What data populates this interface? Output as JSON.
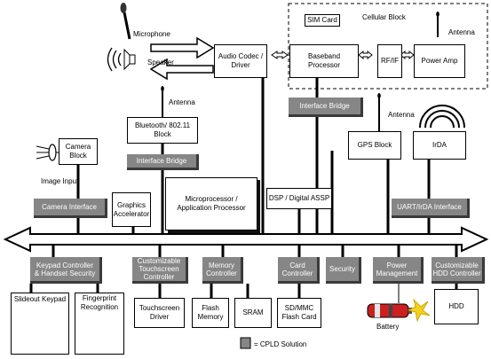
{
  "title": "",
  "labels": {
    "microphone": "Microphone",
    "speaker": "Speaker",
    "antenna_cellular": "Antenna",
    "antenna_bluetooth": "Antenna",
    "antenna_gps": "Antenna",
    "image_input": "Image Input",
    "battery": "Battery",
    "cellular_block": "Cellular Block"
  },
  "blocks": {
    "audio_codec": "Audio Codec /\nDriver",
    "sim_card": "SIM Card",
    "baseband": "Baseband\nProcessor",
    "rf_if": "RF/IF",
    "power_amp": "Power Amp",
    "bluetooth": "Bluetooth/ 802.11\nBlock",
    "camera_block": "Camera\nBlock",
    "graphics": "Graphics\nAccelerator",
    "microprocessor": "Microprocessor /\nApplication Processor",
    "dsp": "DSP / Digital ASSP",
    "gps": "GPS Block",
    "irda": "IrDA",
    "slideout_keypad": "Slideout Keypad",
    "fingerprint": "Fingerprint\nRecognition",
    "touchscreen_driver": "Touchscreen\nDriver",
    "flash_memory": "Flash\nMemory",
    "sram": "SRAM",
    "sdmmc": "SD/MMC\nFlash Card",
    "hdd": "HDD"
  },
  "cpld": {
    "interface_bridge_cell": "Interface Bridge",
    "interface_bridge_bt": "Interface Bridge",
    "camera_interface": "Camera Interface",
    "uart_irda": "UART/IrDA Interface",
    "keypad_controller": "Keypad Controller\n& Handset Security",
    "touchscreen_controller": "Customizable\nTouchscreen\nController",
    "memory_controller": "Memory\nController",
    "card_controller": "Card\nController",
    "security": "Security",
    "power_management": "Power\nManagement",
    "hdd_controller": "Customizable\nHDD Controller"
  },
  "legend": {
    "text": "= CPLD Solution"
  },
  "colors": {
    "cpld_fill": "#868686",
    "line": "#000000",
    "battery_red": "#cc2020",
    "spark": "#f2d21b"
  }
}
